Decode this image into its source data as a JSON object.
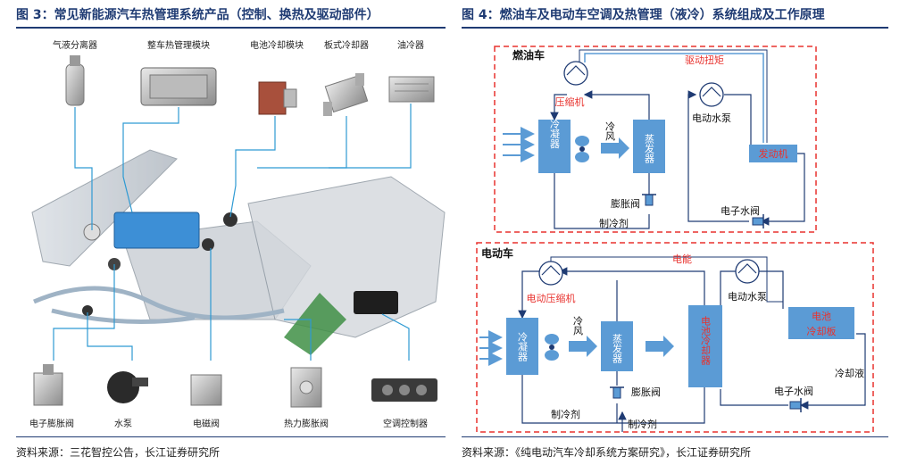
{
  "left": {
    "title": "图 3：常见新能源汽车热管理系统产品（控制、换热及驱动部件）",
    "source": "资料来源：三花智控公告，长江证券研究所",
    "top_labels": [
      "气液分离器",
      "整车热管理模块",
      "电池冷却模块",
      "板式冷却器",
      "油冷器"
    ],
    "bottom_labels": [
      "电子膨胀阀",
      "水泵",
      "电磁阀",
      "热力膨胀阀",
      "空调控制器"
    ]
  },
  "right": {
    "title": "图 4：燃油车及电动车空调及热管理（液冷）系统组成及工作原理",
    "source": "资料来源：《纯电动汽车冷却系统方案研究》，长江证券研究所",
    "fuel": {
      "heading": "燃油车",
      "compressor": "压缩机",
      "drive": "驱动扭矩",
      "condenser": "冷凝器",
      "cold_air": "冷风",
      "evaporator": "蒸发器",
      "pump": "电动水泵",
      "engine": "发动机",
      "expansion_valve": "膨胀阀",
      "water_valve": "电子水阀",
      "refrigerant": "制冷剂"
    },
    "ev": {
      "heading": "电动车",
      "power": "电能",
      "compressor": "电动压缩机",
      "pump": "电动水泵",
      "condenser": "冷凝器",
      "cold_air": "冷风",
      "evaporator": "蒸发器",
      "battery_cooler": "电池冷却器",
      "battery": "电池",
      "cooling_plate": "冷却板",
      "expansion_valve": "膨胀阀",
      "water_valve": "电子水阀",
      "coolant": "冷却液",
      "refrigerant1": "制冷剂",
      "refrigerant2": "制冷剂"
    }
  },
  "colors": {
    "title": "#1f3b73",
    "component_box": "#5b9bd5",
    "arrow": "#5b9bd5",
    "dashed": "#e8322e",
    "red_text": "#e8322e",
    "line": "#1f3b73"
  }
}
